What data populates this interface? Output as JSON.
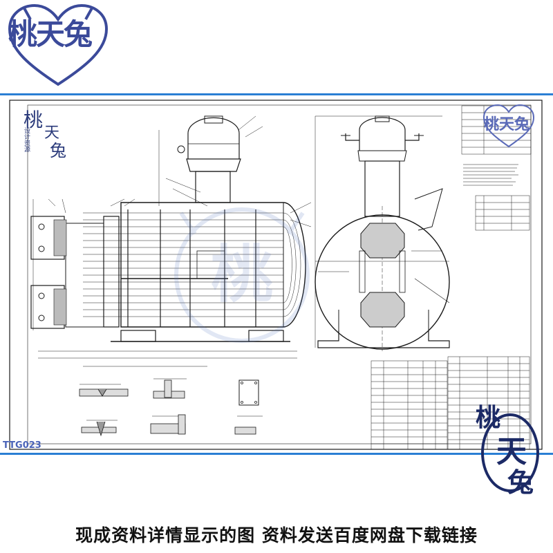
{
  "brand": {
    "logo_text": "桃天兔",
    "stamp_chars": [
      "桃",
      "天",
      "兔"
    ],
    "stamp_side_text": "设计资源",
    "brush_chars": [
      "桃",
      "天",
      "兔"
    ],
    "watermark_char": "桃"
  },
  "drawing": {
    "code": "TTG023"
  },
  "footer": {
    "caption": "现成资料详情显示的图 资料发送百度网盘下载链接"
  },
  "colors": {
    "frame_border": "#2a7fd4",
    "line": "#1a1a1a",
    "brand": "#3b4a9a"
  }
}
